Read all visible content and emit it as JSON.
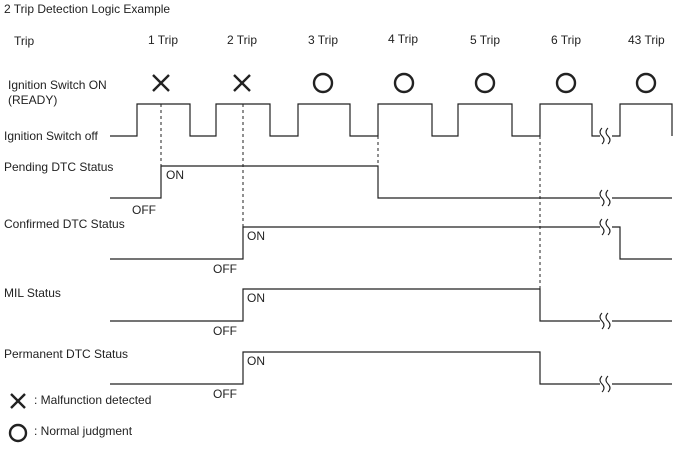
{
  "title": "2 Trip Detection Logic Example",
  "trip_header": "Trip",
  "trips": [
    "1 Trip",
    "2 Trip",
    "3 Trip",
    "4 Trip",
    "5 Trip",
    "6 Trip",
    "43 Trip"
  ],
  "trip_marks": [
    "cross",
    "cross",
    "circle",
    "circle",
    "circle",
    "circle",
    "circle"
  ],
  "rows": {
    "ignition_on": "Ignition Switch ON\n(READY)",
    "ignition_off": "Ignition Switch off",
    "pending": "Pending DTC Status",
    "confirmed": "Confirmed DTC Status",
    "mil": "MIL Status",
    "permanent": "Permanent DTC Status"
  },
  "state_labels": {
    "pending_on": "ON",
    "pending_off": "OFF",
    "confirmed_on": "ON",
    "confirmed_off": "OFF",
    "mil_on": "ON",
    "mil_off": "OFF",
    "permanent_on": "ON",
    "permanent_off": "OFF"
  },
  "legend": {
    "cross": ": Malfunction detected",
    "circle": ": Normal judgment"
  }
}
